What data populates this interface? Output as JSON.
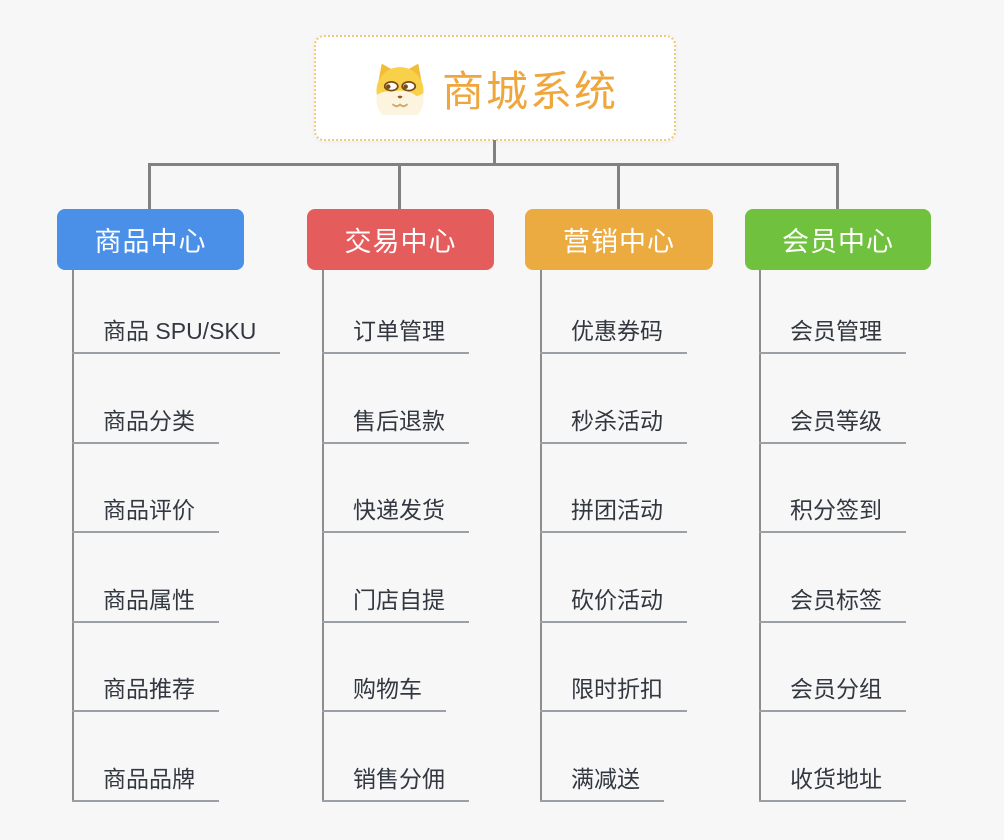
{
  "canvas": {
    "background": "#f7f7f7",
    "connector_color": "#818181",
    "child_line_color": "#9aa0a6",
    "child_text_color": "#333840"
  },
  "root": {
    "title": "商城系统",
    "title_color": "#efa63c",
    "border_color": "#f2c87e",
    "icon": "dog-face-icon"
  },
  "branches": [
    {
      "label": "商品中心",
      "color": "#4a90e8",
      "items": [
        "商品 SPU/SKU",
        "商品分类",
        "商品评价",
        "商品属性",
        "商品推荐",
        "商品品牌"
      ]
    },
    {
      "label": "交易中心",
      "color": "#e55c5c",
      "items": [
        "订单管理",
        "售后退款",
        "快递发货",
        "门店自提",
        "购物车",
        "销售分佣"
      ]
    },
    {
      "label": "营销中心",
      "color": "#ecab40",
      "items": [
        "优惠券码",
        "秒杀活动",
        "拼团活动",
        "砍价活动",
        "限时折扣",
        "满减送"
      ]
    },
    {
      "label": "会员中心",
      "color": "#6fc13e",
      "items": [
        "会员管理",
        "会员等级",
        "积分签到",
        "会员标签",
        "会员分组",
        "收货地址"
      ]
    }
  ]
}
